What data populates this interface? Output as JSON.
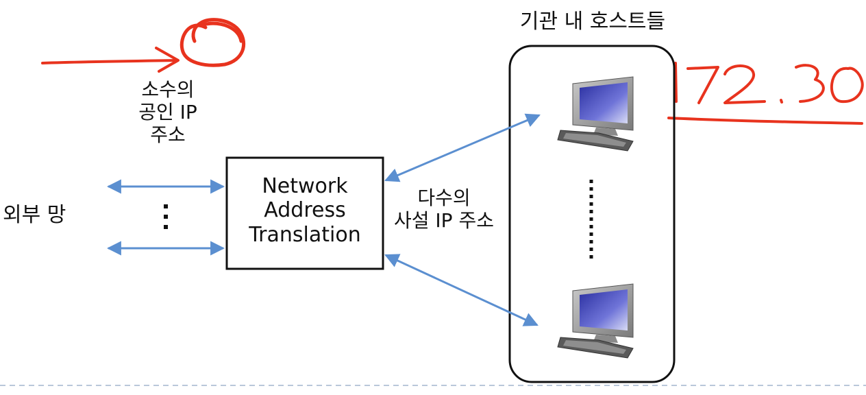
{
  "title": "기관 내 호스트들",
  "nat_box": {
    "lines": [
      "Network",
      "Address",
      "Translation"
    ]
  },
  "external_network": "외부 망",
  "public_ip": {
    "lines": [
      "소수의",
      "공인 IP",
      "주소"
    ]
  },
  "private_ip": {
    "lines": [
      "다수의",
      "사설 IP 주소"
    ]
  },
  "annotation": "172.30",
  "colors": {
    "arrow": "#5b8fd0",
    "handwriting": "#e8331e",
    "dashed_line": "#b9c7da",
    "text": "#111111"
  },
  "icons": [
    "desktop-computer-icon",
    "desktop-computer-icon"
  ]
}
